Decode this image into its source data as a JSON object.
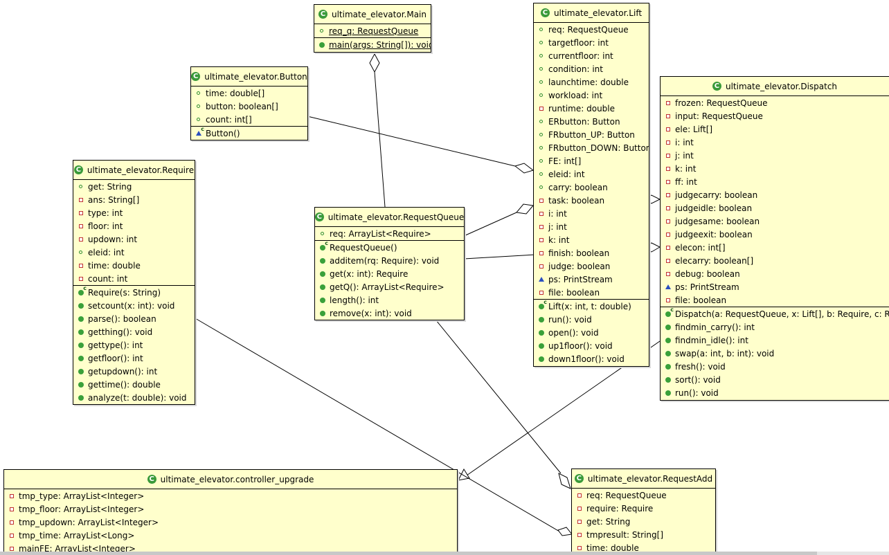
{
  "classes": [
    {
      "key": "main",
      "title": "ultimate_elevator.Main",
      "fields": [
        {
          "vis": "pub",
          "static": true,
          "text": "req_q: RequestQueue"
        }
      ],
      "methods": [
        {
          "kind": "pub",
          "static": true,
          "text": "main(args: String[]): void"
        }
      ]
    },
    {
      "key": "lift",
      "title": "ultimate_elevator.Lift",
      "fields": [
        {
          "vis": "pub",
          "text": "req: RequestQueue"
        },
        {
          "vis": "pub",
          "text": "targetfloor: int"
        },
        {
          "vis": "pub",
          "text": "currentfloor: int"
        },
        {
          "vis": "pub",
          "text": "condition: int"
        },
        {
          "vis": "pub",
          "text": "launchtime: double"
        },
        {
          "vis": "pub",
          "text": "workload: int"
        },
        {
          "vis": "priv",
          "text": "runtime: double"
        },
        {
          "vis": "pub",
          "text": "ERbutton: Button"
        },
        {
          "vis": "pub",
          "text": "FRbutton_UP: Button"
        },
        {
          "vis": "pub",
          "text": "FRbutton_DOWN: Button"
        },
        {
          "vis": "pub",
          "text": "FE: int[]"
        },
        {
          "vis": "pub",
          "text": "eleid: int"
        },
        {
          "vis": "pub",
          "text": "carry: boolean"
        },
        {
          "vis": "priv",
          "text": "task: boolean"
        },
        {
          "vis": "priv",
          "text": "i: int"
        },
        {
          "vis": "priv",
          "text": "j: int"
        },
        {
          "vis": "priv",
          "text": "k: int"
        },
        {
          "vis": "priv",
          "text": "finish: boolean"
        },
        {
          "vis": "priv",
          "text": "judge: boolean"
        },
        {
          "vis": "prot",
          "text": "ps: PrintStream"
        },
        {
          "vis": "priv",
          "text": "file: boolean"
        }
      ],
      "methods": [
        {
          "kind": "ctor",
          "text": "Lift(x: int, t: double)"
        },
        {
          "kind": "pub",
          "text": "run(): void"
        },
        {
          "kind": "pub",
          "text": "open(): void"
        },
        {
          "kind": "pub",
          "text": "up1floor(): void"
        },
        {
          "kind": "pub",
          "text": "down1floor(): void"
        }
      ]
    },
    {
      "key": "button",
      "title": "ultimate_elevator.Button",
      "fields": [
        {
          "vis": "pub",
          "text": "time: double[]"
        },
        {
          "vis": "pub",
          "text": "button: boolean[]"
        },
        {
          "vis": "pub",
          "text": "count: int[]"
        }
      ],
      "methods": [
        {
          "kind": "prot-ctor",
          "text": "Button()"
        }
      ]
    },
    {
      "key": "dispatch",
      "title": "ultimate_elevator.Dispatch",
      "fields": [
        {
          "vis": "priv",
          "text": "frozen: RequestQueue"
        },
        {
          "vis": "priv",
          "text": "input: RequestQueue"
        },
        {
          "vis": "priv",
          "text": "ele: Lift[]"
        },
        {
          "vis": "priv",
          "text": "i: int"
        },
        {
          "vis": "priv",
          "text": "j: int"
        },
        {
          "vis": "priv",
          "text": "k: int"
        },
        {
          "vis": "priv",
          "text": "ff: int"
        },
        {
          "vis": "priv",
          "text": "judgecarry: boolean"
        },
        {
          "vis": "priv",
          "text": "judgeidle: boolean"
        },
        {
          "vis": "priv",
          "text": "judgesame: boolean"
        },
        {
          "vis": "priv",
          "text": "judgeexit: boolean"
        },
        {
          "vis": "priv",
          "text": "elecon: int[]"
        },
        {
          "vis": "priv",
          "text": "elecarry: boolean[]"
        },
        {
          "vis": "priv",
          "text": "debug: boolean"
        },
        {
          "vis": "prot",
          "text": "ps: PrintStream"
        },
        {
          "vis": "priv",
          "text": "file: boolean"
        }
      ],
      "methods": [
        {
          "kind": "ctor",
          "text": "Dispatch(a: RequestQueue, x: Lift[], b: Require, c: Re"
        },
        {
          "kind": "pub",
          "text": "findmin_carry(): int"
        },
        {
          "kind": "pub",
          "text": "findmin_idle(): int"
        },
        {
          "kind": "pub",
          "text": "swap(a: int, b: int): void"
        },
        {
          "kind": "pub",
          "text": "fresh(): void"
        },
        {
          "kind": "pub",
          "text": "sort(): void"
        },
        {
          "kind": "pub",
          "text": "run(): void"
        }
      ]
    },
    {
      "key": "require",
      "title": "ultimate_elevator.Require",
      "fields": [
        {
          "vis": "pub",
          "text": "get: String"
        },
        {
          "vis": "priv",
          "text": "ans: String[]"
        },
        {
          "vis": "priv",
          "text": "type: int"
        },
        {
          "vis": "priv",
          "text": "floor: int"
        },
        {
          "vis": "priv",
          "text": "updown: int"
        },
        {
          "vis": "pub",
          "text": "eleid: int"
        },
        {
          "vis": "priv",
          "text": "time: double"
        },
        {
          "vis": "priv",
          "text": "count: int"
        }
      ],
      "methods": [
        {
          "kind": "ctor",
          "text": "Require(s: String)"
        },
        {
          "kind": "pub",
          "text": "setcount(x: int): void"
        },
        {
          "kind": "pub",
          "text": "parse(): boolean"
        },
        {
          "kind": "pub",
          "text": "getthing(): void"
        },
        {
          "kind": "pub",
          "text": "gettype(): int"
        },
        {
          "kind": "pub",
          "text": "getfloor(): int"
        },
        {
          "kind": "pub",
          "text": "getupdown(): int"
        },
        {
          "kind": "pub",
          "text": "gettime(): double"
        },
        {
          "kind": "pub",
          "text": "analyze(t: double): void"
        }
      ]
    },
    {
      "key": "requestqueue",
      "title": "ultimate_elevator.RequestQueue",
      "fields": [
        {
          "vis": "pub",
          "text": "req: ArrayList<Require>"
        }
      ],
      "methods": [
        {
          "kind": "ctor",
          "text": "RequestQueue()"
        },
        {
          "kind": "pub",
          "text": "additem(rq: Require): void"
        },
        {
          "kind": "pub",
          "text": "get(x: int): Require"
        },
        {
          "kind": "pub",
          "text": "getQ(): ArrayList<Require>"
        },
        {
          "kind": "pub",
          "text": "length(): int"
        },
        {
          "kind": "pub",
          "text": "remove(x: int): void"
        }
      ]
    },
    {
      "key": "controller",
      "title": "ultimate_elevator.controller_upgrade",
      "fields": [
        {
          "vis": "priv",
          "text": "tmp_type: ArrayList<Integer>"
        },
        {
          "vis": "priv",
          "text": "tmp_floor: ArrayList<Integer>"
        },
        {
          "vis": "priv",
          "text": "tmp_updown: ArrayList<Integer>"
        },
        {
          "vis": "priv",
          "text": "tmp_time: ArrayList<Long>"
        },
        {
          "vis": "priv",
          "text": "mainFE: ArrayList<Integer>"
        }
      ],
      "methods": []
    },
    {
      "key": "requestadd",
      "title": "ultimate_elevator.RequestAdd",
      "fields": [
        {
          "vis": "priv",
          "text": "req: RequestQueue"
        },
        {
          "vis": "priv",
          "text": "require: Require"
        },
        {
          "vis": "priv",
          "text": "get: String"
        },
        {
          "vis": "priv",
          "text": "tmpresult: String[]"
        },
        {
          "vis": "priv",
          "text": "time: double"
        }
      ],
      "methods": []
    }
  ]
}
